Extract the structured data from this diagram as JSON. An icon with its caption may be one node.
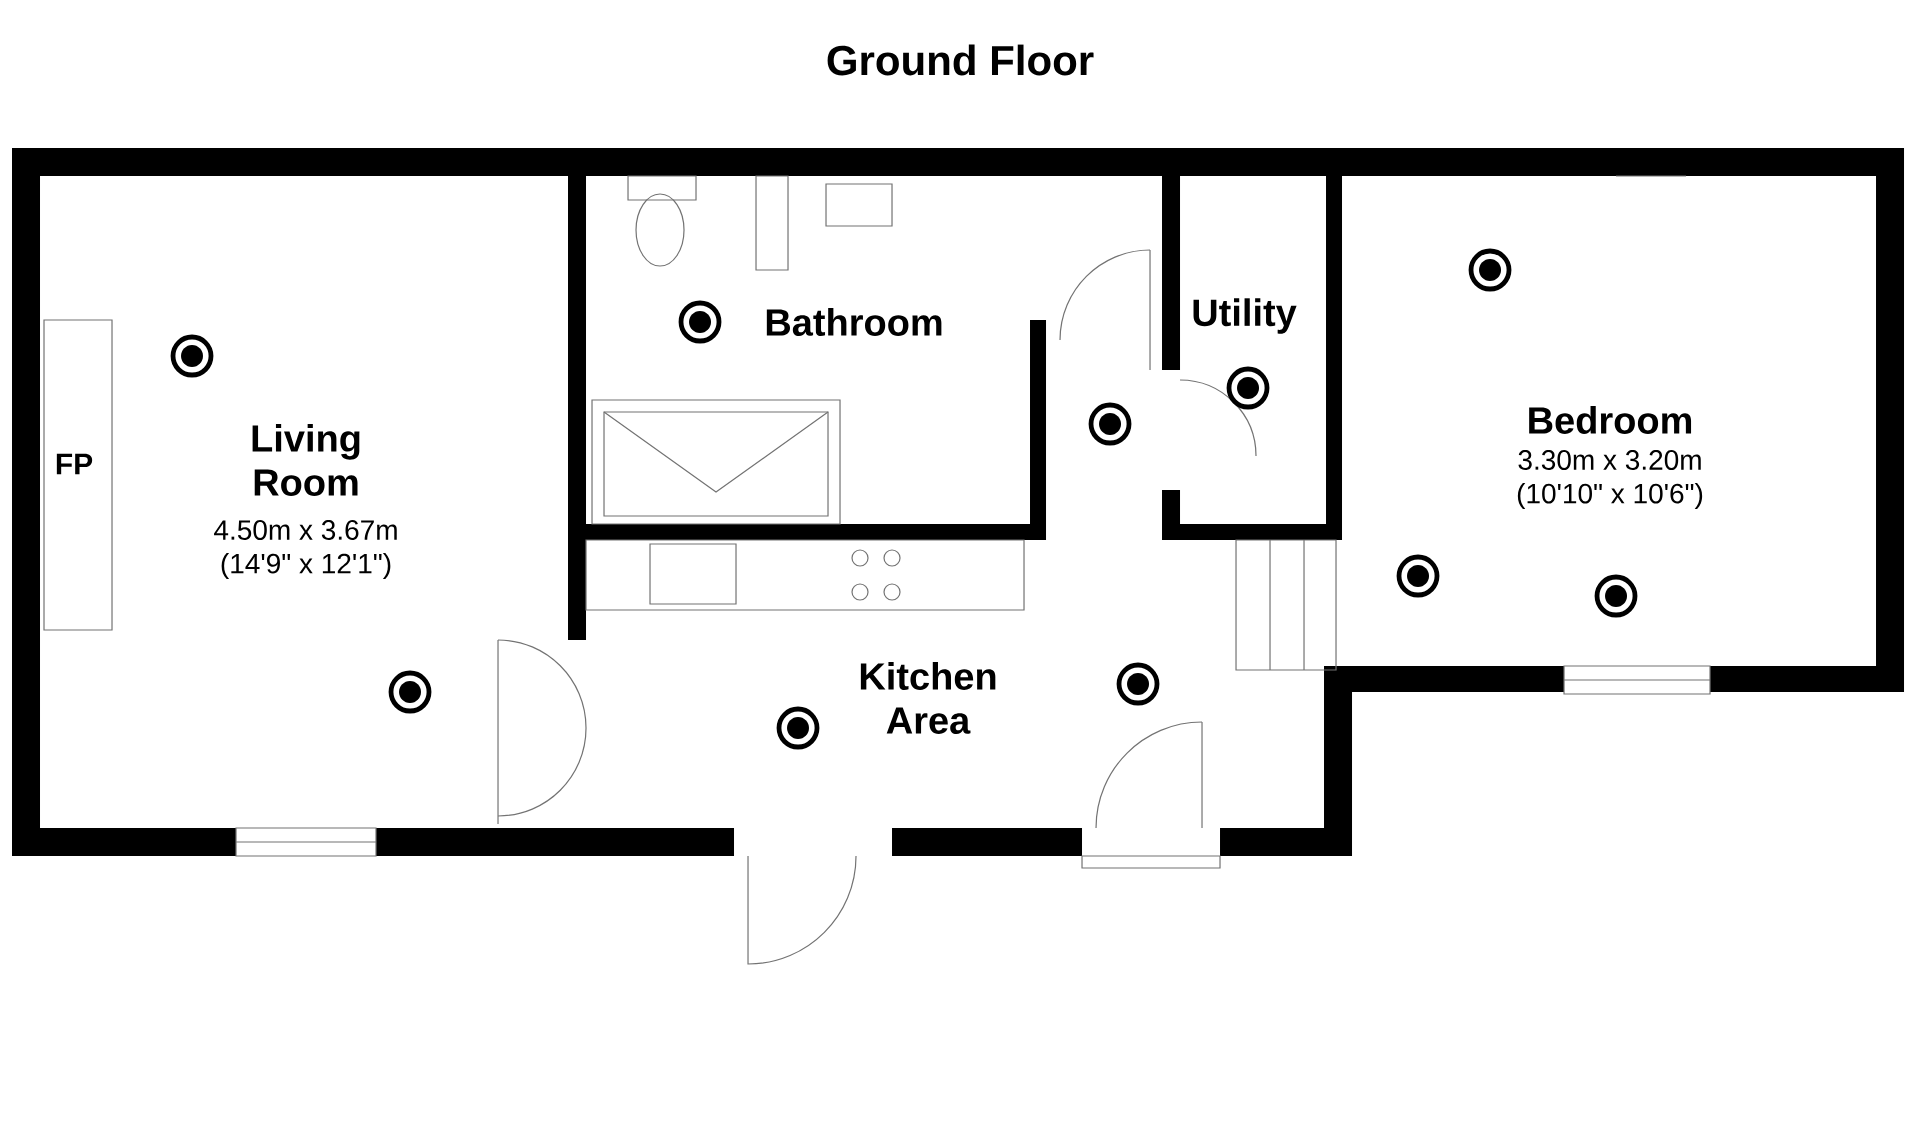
{
  "diagram": {
    "title": "Ground Floor",
    "labels": [
      "FP",
      "Living Room",
      "4.50m x 3.67m",
      "(14'9\" x 12'1\")",
      "Bathroom",
      "Utility",
      "Bedroom",
      "3.30m x 3.20m",
      "(10'10\" x 10'6\")",
      "Kitchen Area"
    ]
  }
}
